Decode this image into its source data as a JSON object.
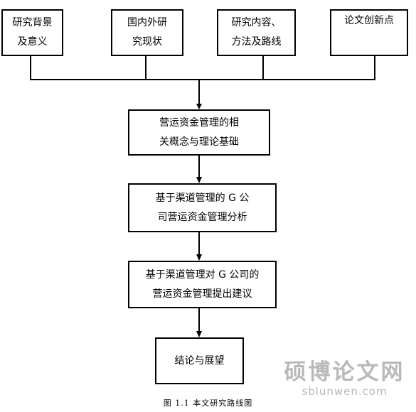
{
  "top_boxes": [
    {
      "line1": "研究背景",
      "line2": "及意义"
    },
    {
      "line1": "国内外研",
      "line2": "究现状"
    },
    {
      "line1": "研究内容、",
      "line2": "方法及路线"
    },
    {
      "line1": "论文创新点",
      "line2": ""
    }
  ],
  "flow_boxes": [
    {
      "line1": "营运资金管理的相",
      "line2": "关概念与理论基础"
    },
    {
      "line1": "基于渠道管理的 G 公",
      "line2": "司营运资金管理分析"
    },
    {
      "line1": "基于渠道管理对 G 公司的",
      "line2": "营运资金管理提出建议"
    },
    {
      "line1": "结论与展望",
      "line2": ""
    }
  ],
  "caption": "图 1.1  本文研究路线图",
  "watermark": {
    "chinese": "硕博论文网",
    "url": "sblunwen.com"
  }
}
